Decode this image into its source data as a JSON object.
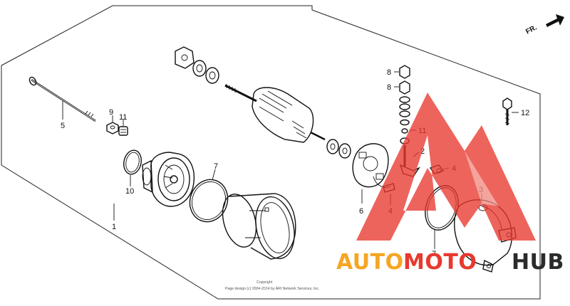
{
  "diagram": {
    "direction_indicator": "FR.",
    "copyright_line1": "Copyright",
    "copyright_line2": "Page design (c) 2004-2014 by ARI Network Services, Inc.",
    "callouts": {
      "c1": "1",
      "c2": "2",
      "c3": "3",
      "c4a": "4",
      "c4b": "4",
      "c5": "5",
      "c6": "6",
      "c7a": "7",
      "c7b": "7",
      "c8a": "8",
      "c8b": "8",
      "c9": "9",
      "c10": "10",
      "c11a": "11",
      "c11b": "11",
      "c12": "12"
    }
  },
  "watermark": {
    "brand_part1": "AUTO",
    "brand_part2": "MOTO",
    "brand_part3": "HUB",
    "color_orange": "#f5a623",
    "color_red": "#e8392f",
    "color_dark": "#2b2b2b"
  }
}
